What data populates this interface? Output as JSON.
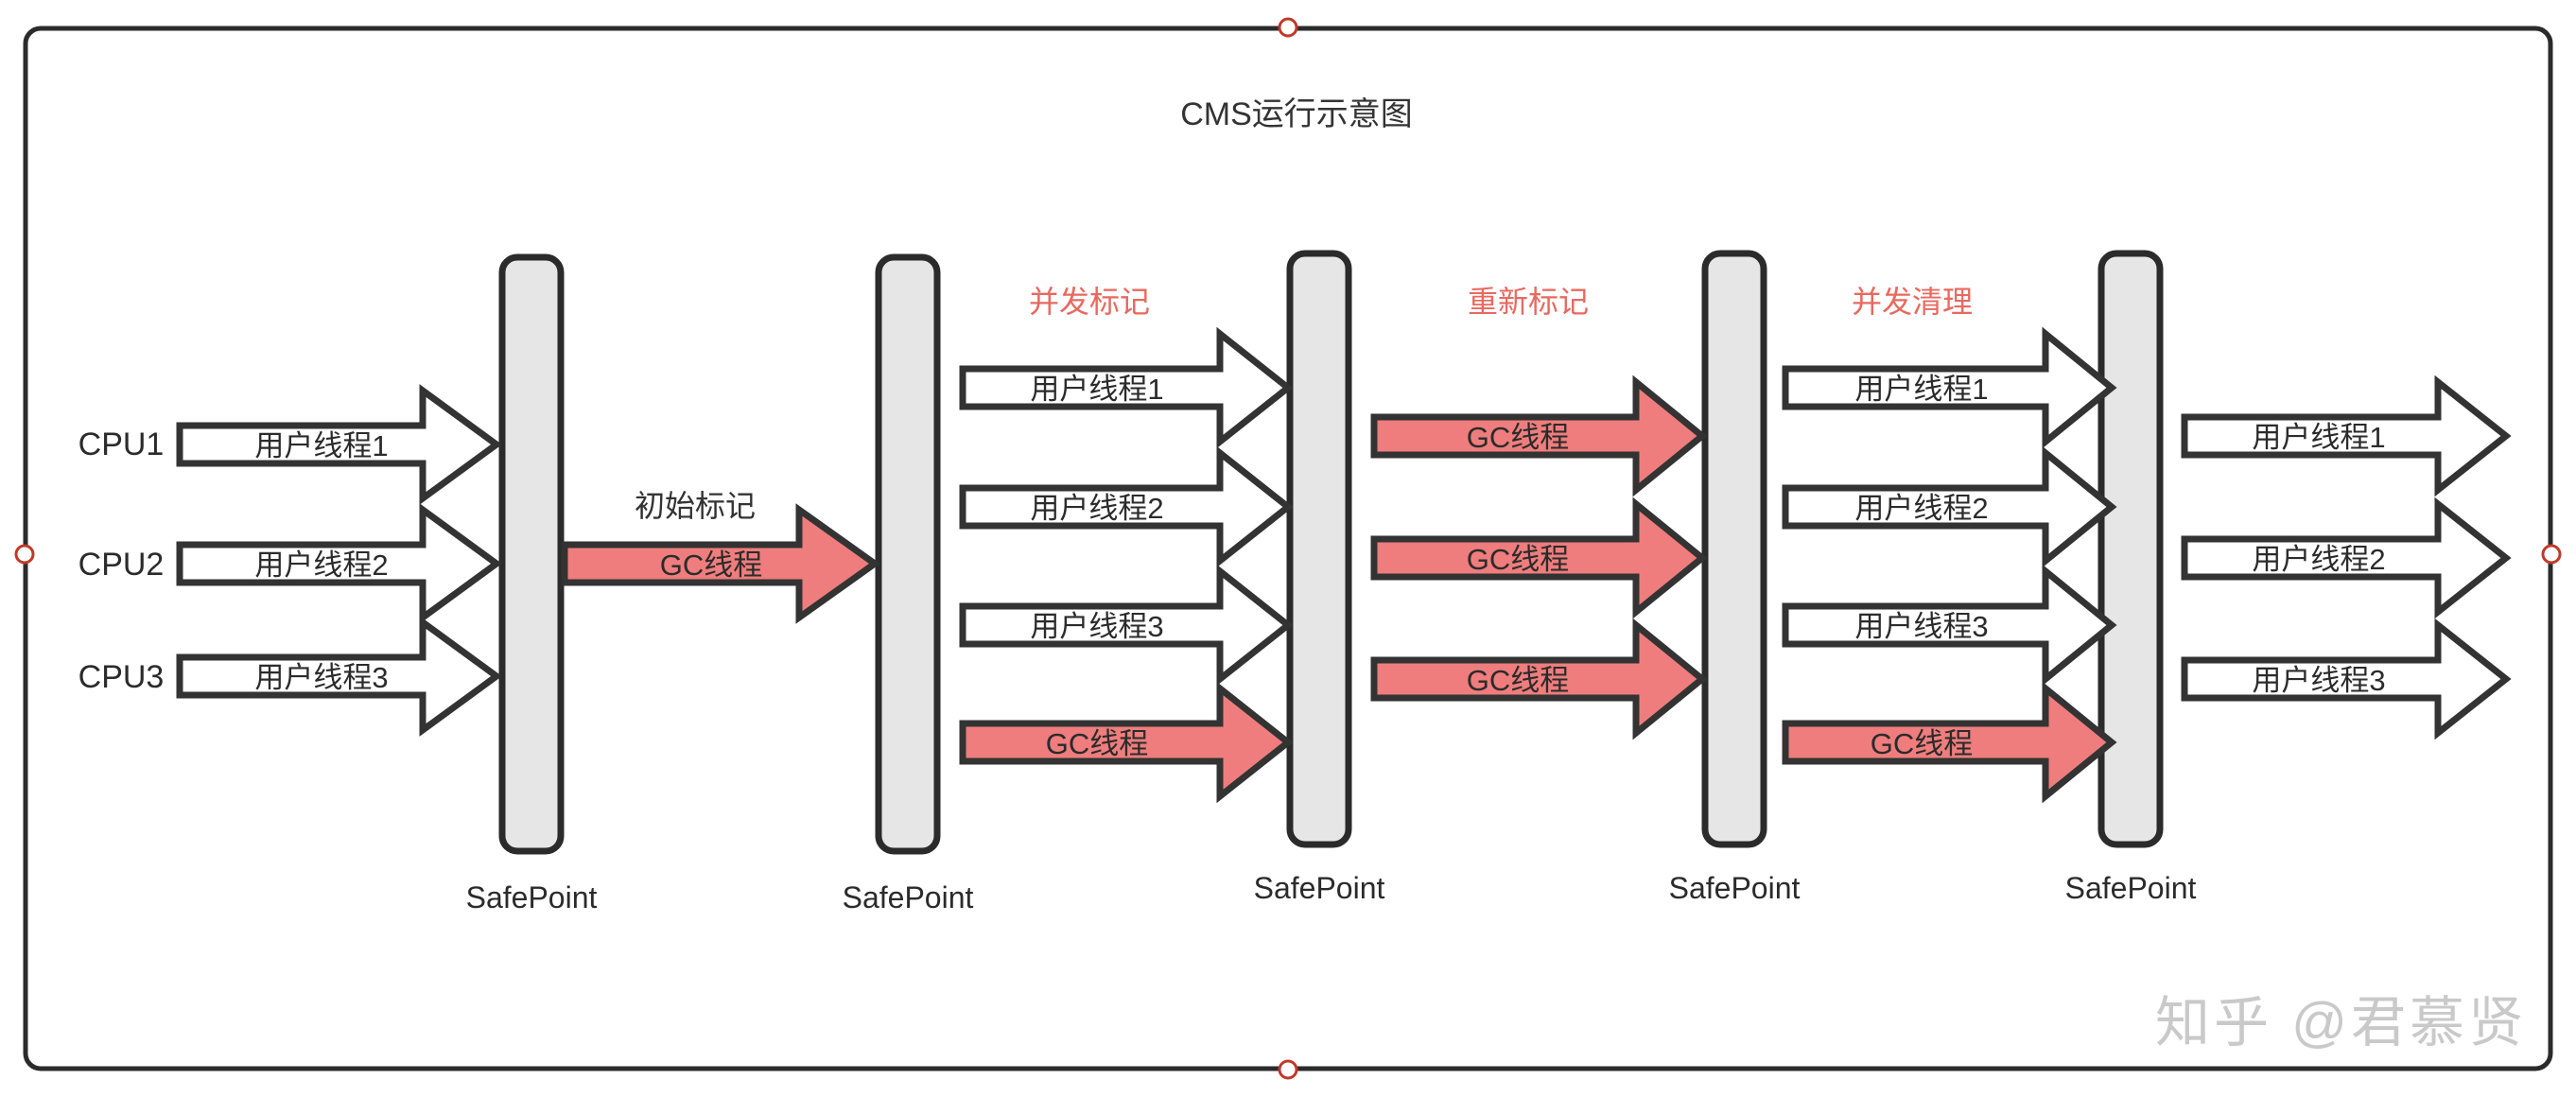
{
  "diagram": {
    "title": "CMS运行示意图",
    "frame": {
      "border_color": "#2b2b2b",
      "background": "#ffffff"
    },
    "colors": {
      "gc_arrow_fill": "#ef7d7d",
      "user_arrow_fill": "#ffffff",
      "outline": "#333333",
      "safepoint_fill": "#e6e6e6",
      "phase_label": "#e8695f",
      "watermark": "#c9c9c9"
    },
    "cpu_labels": [
      "CPU1",
      "CPU2",
      "CPU3"
    ],
    "safepoints": [
      {
        "label": "SafePoint"
      },
      {
        "label": "SafePoint"
      },
      {
        "label": "SafePoint"
      },
      {
        "label": "SafePoint"
      },
      {
        "label": "SafePoint"
      }
    ],
    "phases": [
      {
        "name": "initial-mark",
        "label": "初始标记",
        "label_color": "#333333",
        "arrows": [
          {
            "text": "GC线程",
            "kind": "gc"
          }
        ]
      },
      {
        "name": "concurrent-mark",
        "label": "并发标记",
        "label_color": "#e8695f",
        "arrows": [
          {
            "text": "用户线程1",
            "kind": "user"
          },
          {
            "text": "用户线程2",
            "kind": "user"
          },
          {
            "text": "用户线程3",
            "kind": "user"
          },
          {
            "text": "GC线程",
            "kind": "gc"
          }
        ]
      },
      {
        "name": "remark",
        "label": "重新标记",
        "label_color": "#e8695f",
        "arrows": [
          {
            "text": "GC线程",
            "kind": "gc"
          },
          {
            "text": "GC线程",
            "kind": "gc"
          },
          {
            "text": "GC线程",
            "kind": "gc"
          }
        ]
      },
      {
        "name": "concurrent-sweep",
        "label": "并发清理",
        "label_color": "#e8695f",
        "arrows": [
          {
            "text": "用户线程1",
            "kind": "user"
          },
          {
            "text": "用户线程2",
            "kind": "user"
          },
          {
            "text": "用户线程3",
            "kind": "user"
          },
          {
            "text": "GC线程",
            "kind": "gc"
          }
        ]
      },
      {
        "name": "resume",
        "label": "",
        "label_color": "#e8695f",
        "arrows": [
          {
            "text": "用户线程1",
            "kind": "user"
          },
          {
            "text": "用户线程2",
            "kind": "user"
          },
          {
            "text": "用户线程3",
            "kind": "user"
          }
        ]
      }
    ],
    "start_arrows": [
      {
        "text": "用户线程1",
        "kind": "user"
      },
      {
        "text": "用户线程2",
        "kind": "user"
      },
      {
        "text": "用户线程3",
        "kind": "user"
      }
    ],
    "watermark": "知乎 @君慕贤"
  }
}
